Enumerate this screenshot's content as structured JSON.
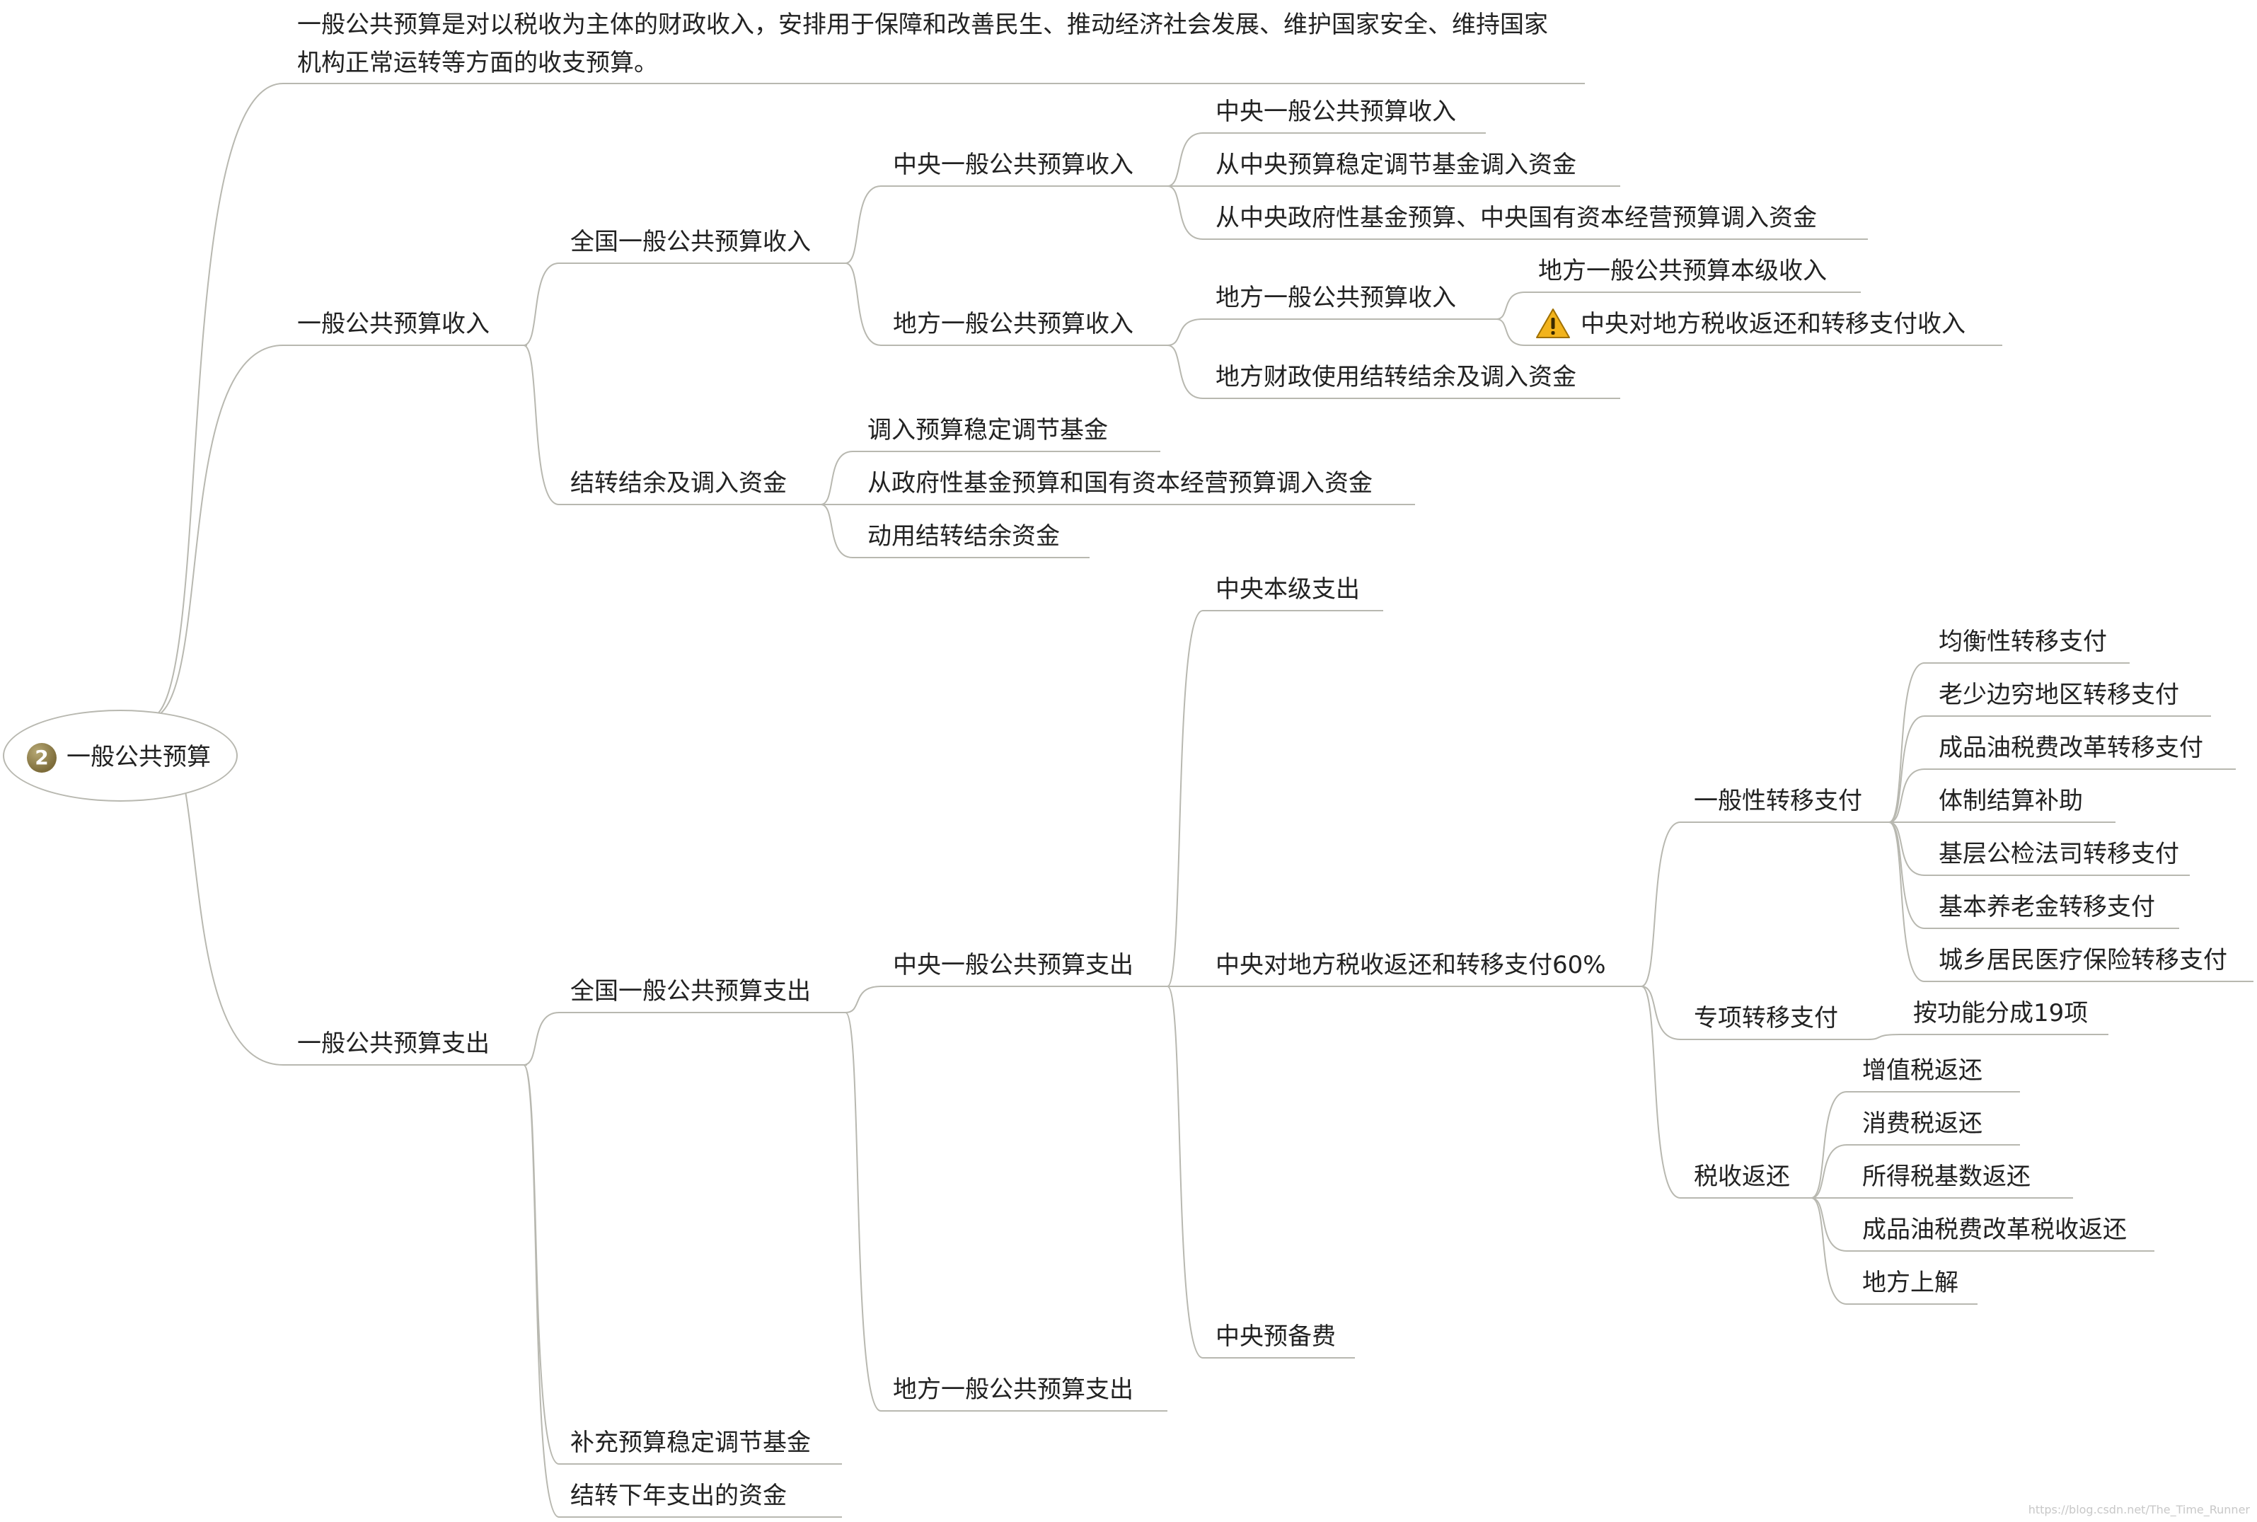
{
  "root": {
    "badge": "2",
    "label": "一般公共预算"
  },
  "description": "一般公共预算是对以税收为主体的财政收入，安排用于保障和改善民生、推动经济社会发展、维护国家安全、维持国家机构正常运转等方面的收支预算。",
  "revenue": {
    "label": "一般公共预算收入",
    "national": {
      "label": "全国一般公共预算收入",
      "central": {
        "label": "中央一般公共预算收入",
        "items": [
          "中央一般公共预算收入",
          "从中央预算稳定调节基金调入资金",
          "从中央政府性基金预算、中央国有资本经营预算调入资金"
        ]
      },
      "local": {
        "label": "地方一般公共预算收入",
        "sub": {
          "label": "地方一般公共预算收入",
          "items": [
            "地方一般公共预算本级收入",
            "中央对地方税收返还和转移支付收入"
          ]
        },
        "other": "地方财政使用结转结余及调入资金"
      }
    },
    "carryover": {
      "label": "结转结余及调入资金",
      "items": [
        "调入预算稳定调节基金",
        "从政府性基金预算和国有资本经营预算调入资金",
        "动用结转结余资金"
      ]
    }
  },
  "expenditure": {
    "label": "一般公共预算支出",
    "national": {
      "label": "全国一般公共预算支出",
      "central": {
        "label": "中央一般公共预算支出",
        "own": "中央本级支出",
        "transfer": {
          "label": "中央对地方税收返还和转移支付60%",
          "general": {
            "label": "一般性转移支付",
            "items": [
              "均衡性转移支付",
              "老少边穷地区转移支付",
              "成品油税费改革转移支付",
              "体制结算补助",
              "基层公检法司转移支付",
              "基本养老金转移支付",
              "城乡居民医疗保险转移支付"
            ]
          },
          "special": {
            "label": "专项转移支付",
            "item": "按功能分成19项"
          },
          "tax_return": {
            "label": "税收返还",
            "items": [
              "增值税返还",
              "消费税返还",
              "所得税基数返还",
              "成品油税费改革税收返还",
              "地方上解"
            ]
          }
        },
        "reserve": "中央预备费"
      },
      "local": {
        "label": "地方一般公共预算支出"
      }
    },
    "supplement": "补充预算稳定调节基金",
    "carry_next": "结转下年支出的资金"
  },
  "icons": {
    "warning": "warning-icon"
  },
  "colors": {
    "line": "#b8b8b0",
    "text": "#222222",
    "badge": "#8b7b45"
  },
  "watermark": "https://blog.csdn.net/The_Time_Runner"
}
